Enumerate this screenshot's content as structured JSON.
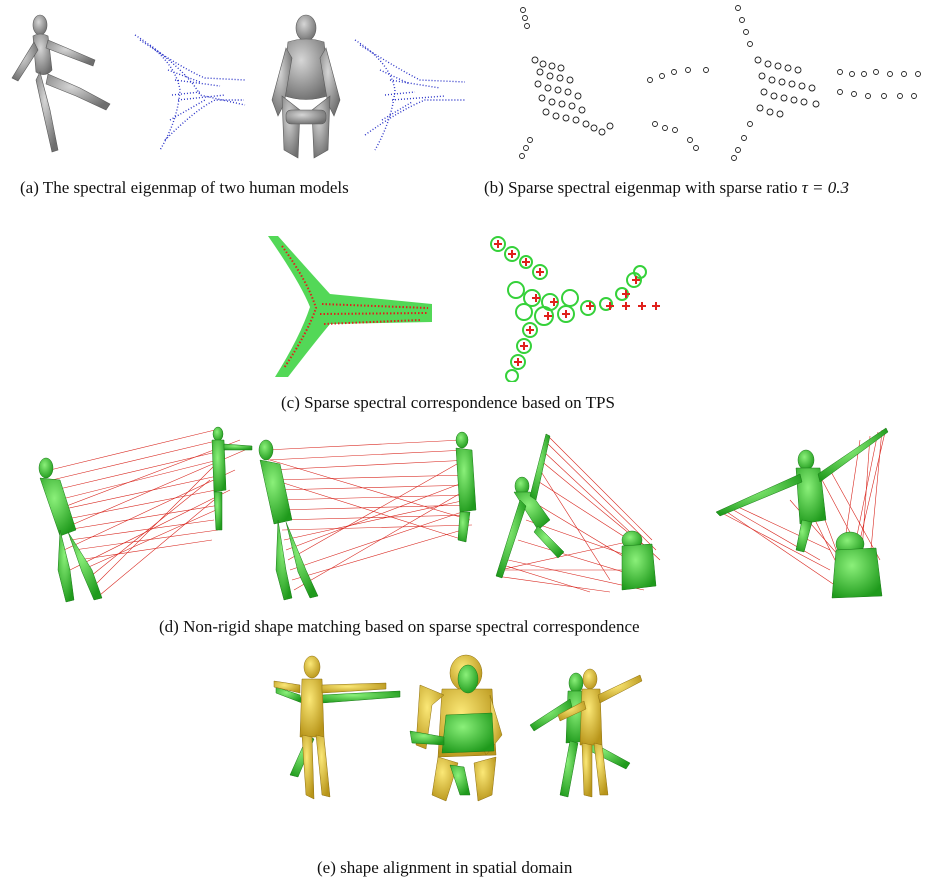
{
  "captions": {
    "a": "(a) The spectral eigenmap of two human models",
    "b_prefix": "(b) Sparse spectral eigenmap with sparse ratio",
    "b_tau": "τ = 0.3",
    "c": "(c) Sparse spectral correspondence based on TPS",
    "d": "(d) Non-rigid shape matching based on sparse spectral correspondence",
    "e": "(e)  shape alignment in spatial domain"
  },
  "colors": {
    "mesh_gray": "#8f8f8f",
    "eigenmap_blue": "#2a33c8",
    "sparse_circle": "#222222",
    "tps_green": "#35d13a",
    "tps_red": "#e0211c",
    "model_green": "#3ec832",
    "model_yellow": "#e3c62c",
    "match_line": "#d8261e"
  }
}
